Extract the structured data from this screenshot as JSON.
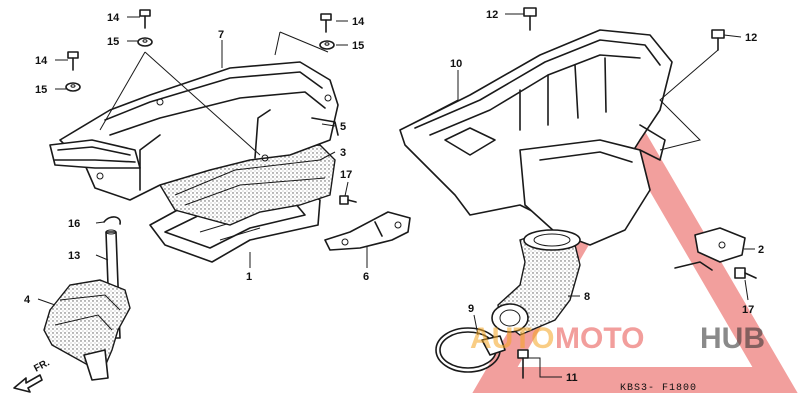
{
  "callouts": {
    "c1": "1",
    "c2": "2",
    "c3": "3",
    "c4": "4",
    "c5": "5",
    "c6": "6",
    "c7": "7",
    "c8": "8",
    "c9": "9",
    "c10": "10",
    "c11": "11",
    "c12a": "12",
    "c12b": "12",
    "c13": "13",
    "c14a": "14",
    "c14b": "14",
    "c14c": "14",
    "c15a": "15",
    "c15b": "15",
    "c15c": "15",
    "c16": "16",
    "c17a": "17",
    "c17b": "17"
  },
  "direction_label": "FR.",
  "diagram_code": "KBS3- F1800",
  "watermark": {
    "part_a": "AUTO",
    "part_b": "MOTO",
    "part_c": "HUB"
  },
  "colors": {
    "ink": "#1a1a1a",
    "watermark_red": "#e8504d",
    "watermark_orange": "#f5a623",
    "watermark_dark": "#2b2b2b"
  }
}
